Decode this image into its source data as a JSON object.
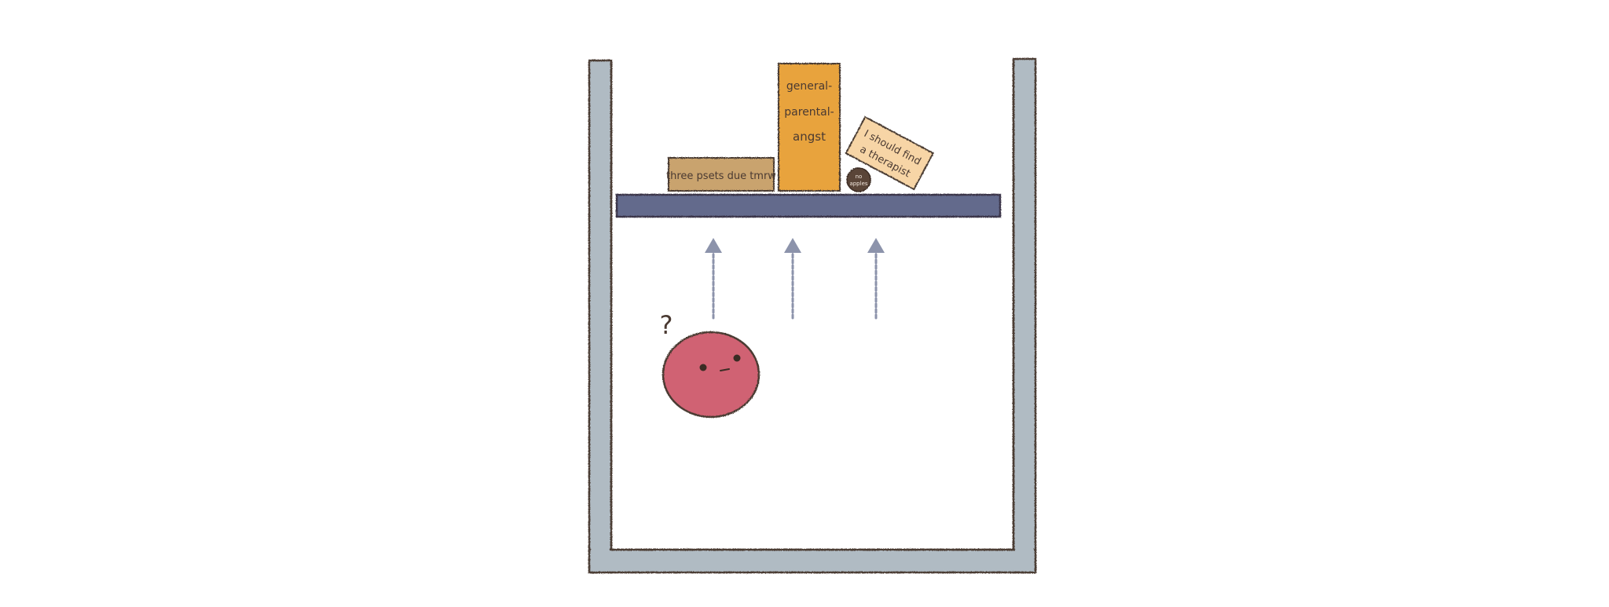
{
  "boxes": [
    {
      "id": "psets",
      "lines": [
        "three psets due tmrw"
      ],
      "color": "#c9a36e"
    },
    {
      "id": "angst",
      "lines": [
        "general-",
        "parental-",
        "angst"
      ],
      "color": "#e8a33d"
    },
    {
      "id": "therapist",
      "lines": [
        "I should find",
        "a therapist"
      ],
      "color": "#f7d5a6"
    }
  ],
  "ball": {
    "lines": [
      "no",
      "apples"
    ],
    "color": "#5a4538"
  },
  "character": {
    "mark": "?",
    "color": "#d06273"
  },
  "colors": {
    "container": "#b0bbc3",
    "outline": "#4a3a32",
    "shelf": "#636b8c",
    "arrow": "#8c93ab"
  }
}
